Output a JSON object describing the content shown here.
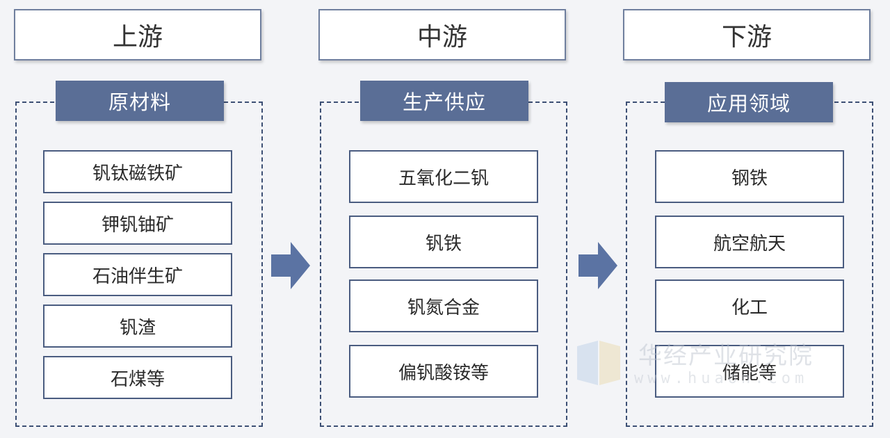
{
  "stages": [
    {
      "title": "上游",
      "label": "原材料",
      "items": [
        "钒钛磁铁矿",
        "钾钒铀矿",
        "石油伴生矿",
        "钒渣",
        "石煤等"
      ]
    },
    {
      "title": "中游",
      "label": "生产供应",
      "items": [
        "五氧化二钒",
        "钒铁",
        "钒氮合金",
        "偏钒酸铵等"
      ]
    },
    {
      "title": "下游",
      "label": "应用领域",
      "items": [
        "钢铁",
        "航空航天",
        "化工",
        "储能等"
      ]
    }
  ],
  "watermark": {
    "text": "华经产业研究院",
    "url": "www.huaon.com"
  },
  "colors": {
    "label_bg": "#5a6e96",
    "border": "#4a5c80",
    "arrow": "#5b73a3"
  }
}
